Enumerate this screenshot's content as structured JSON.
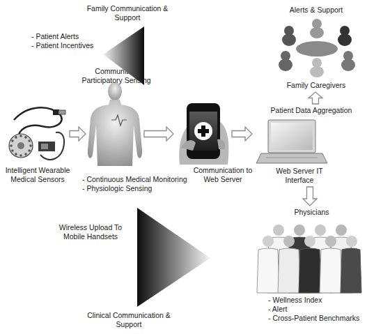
{
  "diagram": {
    "nodes": [
      {
        "text": [
          "Intelligent Wearable Medical Sensors"
        ]
      },
      {
        "text": [
          "Communities Participatory Sensing",
          "- Continuous Medical Monitoring",
          "- Physiologic Sensing"
        ]
      },
      {
        "text": [
          "Communication to Web Server"
        ]
      },
      {
        "text": [
          "Patient Data Aggregation",
          "Web Server IT Interface"
        ]
      },
      {
        "text": [
          "Alerts & Support",
          "Family Caregivers"
        ]
      },
      {
        "text": [
          "Physicians",
          "- Wellness Index",
          "- Alert",
          "- Cross-Patient Benchmarks"
        ]
      },
      {
        "text": [
          "Family Communication & Support",
          "- Patient Alerts",
          "- Patient Incentives"
        ]
      },
      {
        "text": [
          "Wireless Upload To Mobile Handsets",
          "Clinical Communication & Support"
        ]
      }
    ],
    "edges": [
      {
        "from": 0,
        "to": 1,
        "arrow": "to"
      },
      {
        "from": 1,
        "to": 2,
        "arrow": "to"
      },
      {
        "from": 2,
        "to": 3,
        "arrow": "to"
      },
      {
        "from": 3,
        "to": 4,
        "arrow": "to"
      },
      {
        "from": 3,
        "to": 5,
        "arrow": "to"
      }
    ]
  }
}
